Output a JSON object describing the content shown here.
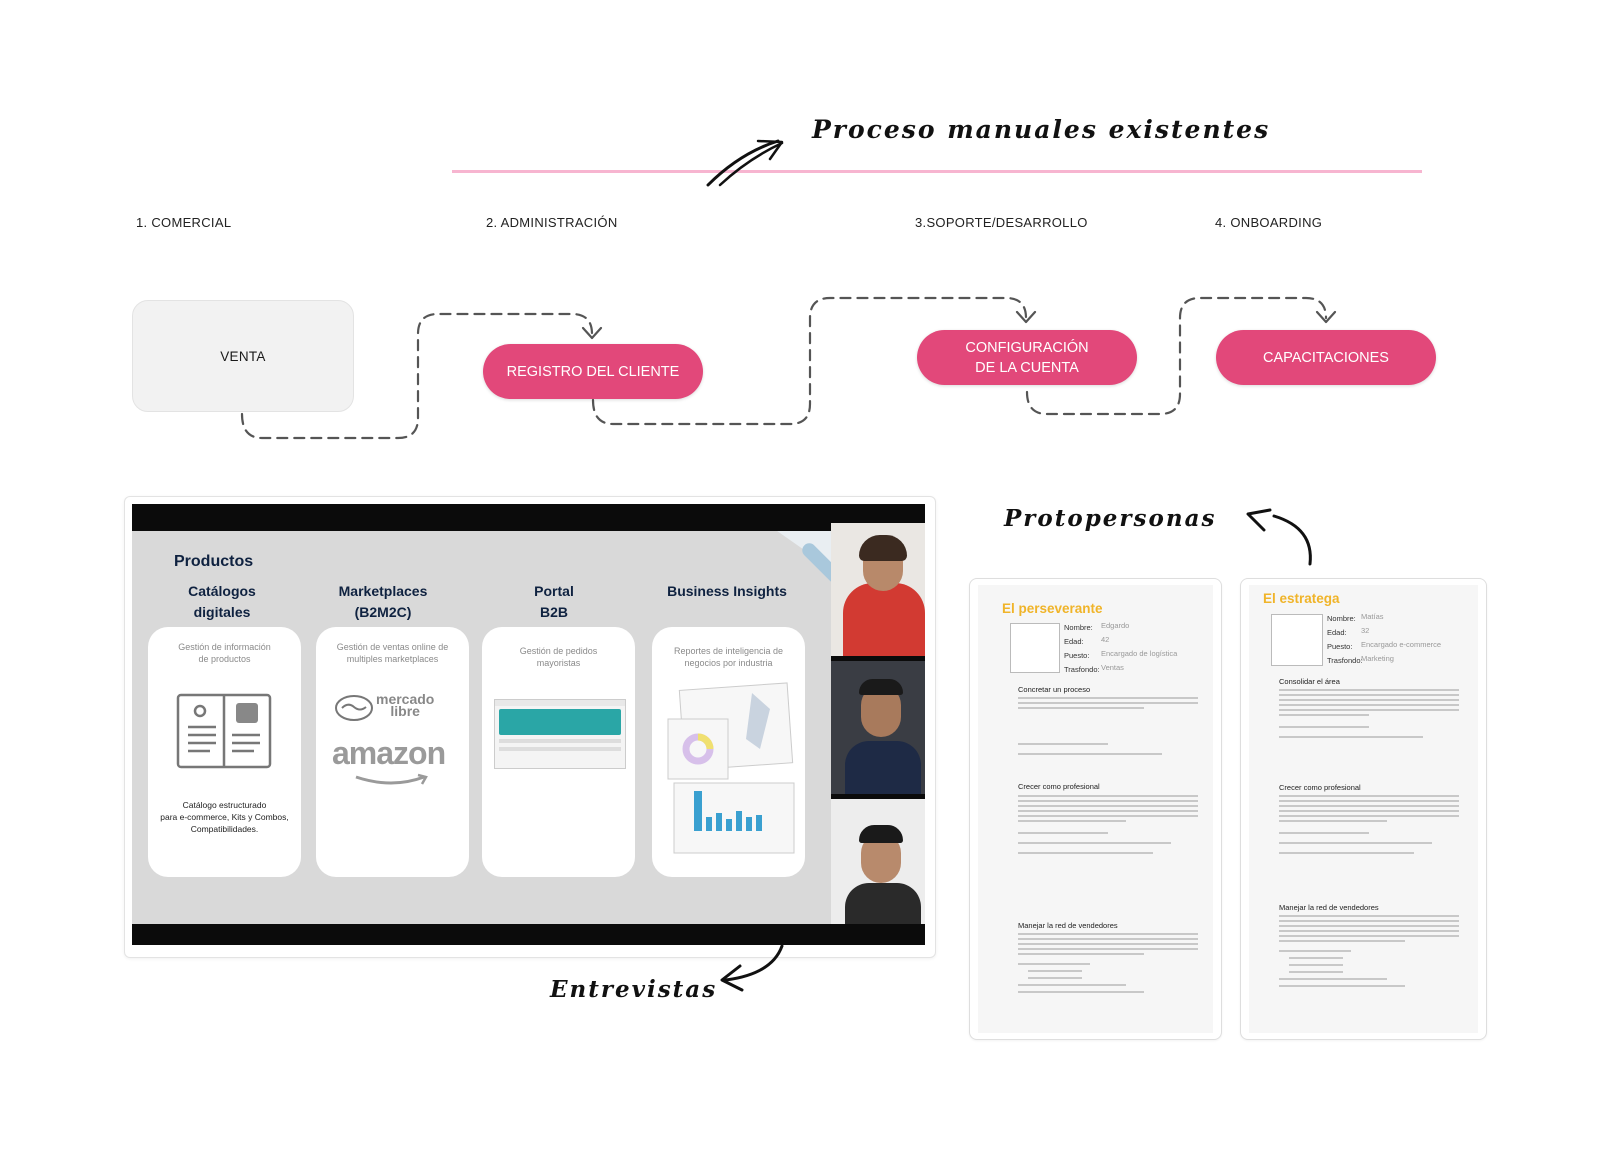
{
  "title": "Proceso manuales existentes",
  "accent": "#e2487a",
  "stages": [
    "1. COMERCIAL",
    "2. ADMINISTRACIÓN",
    "3.SOPORTE/DESARROLLO",
    "4. ONBOARDING"
  ],
  "steps": {
    "venta": "VENTA",
    "registro": "REGISTRO DEL CLIENTE",
    "config_line1": "CONFIGURACIÓN",
    "config_line2": "DE LA CUENTA",
    "capacitaciones": "CAPACITACIONES"
  },
  "entrevistas_label": "Entrevistas",
  "protopersonas_label": "Protopersonas",
  "slide": {
    "title": "Productos",
    "columns": [
      {
        "head1": "Catálogos",
        "head2": "digitales",
        "desc1": "Gestión de información",
        "desc2": "de productos",
        "foot1": "Catálogo estructurado",
        "foot2": "para e-commerce, Kits y Combos,",
        "foot3": "Compatibilidades."
      },
      {
        "head1": "Marketplaces",
        "head2": "(B2M2C)",
        "desc1": "Gestión de ventas online de",
        "desc2": "multiples marketplaces",
        "logo1a": "mercado",
        "logo1b": "libre",
        "logo2": "amazon"
      },
      {
        "head1": "Portal",
        "head2": "B2B",
        "desc1": "Gestión de pedidos",
        "desc2": "mayoristas"
      },
      {
        "head1": "Business Insights",
        "head2": "",
        "desc1": "Reportes de inteligencia de",
        "desc2": "negocios por industria"
      }
    ]
  },
  "personas": [
    {
      "name": "El perseverante",
      "labels": [
        "Nombre:",
        "Edad:",
        "Puesto:",
        "Trasfondo:"
      ],
      "values": [
        "Edgardo",
        "42",
        "Encargado de logística",
        "Ventas"
      ],
      "sections": [
        "Concretar un proceso",
        "Crecer como profesional",
        "Manejar la red de vendedores"
      ]
    },
    {
      "name": "El estratega",
      "labels": [
        "Nombre:",
        "Edad:",
        "Puesto:",
        "Trasfondo:"
      ],
      "values": [
        "Matías",
        "32",
        "Encargado e-commerce",
        "Marketing"
      ],
      "sections": [
        "Consolidar el área",
        "Crecer como profesional",
        "Manejar la red de vendedores"
      ]
    }
  ]
}
